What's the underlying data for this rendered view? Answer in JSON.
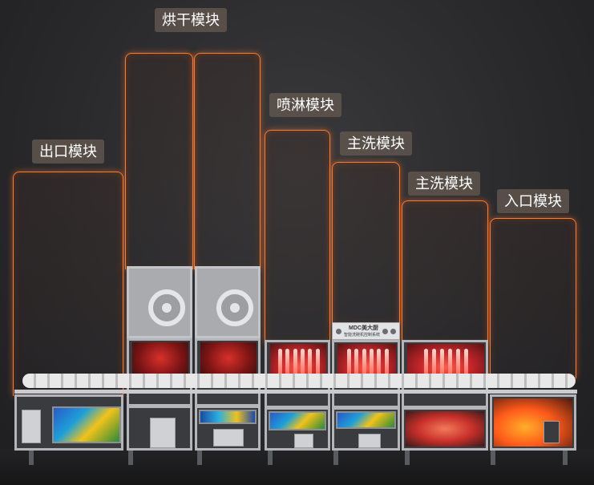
{
  "labels": {
    "exit": "出口模块",
    "dry": "烘干模块",
    "spray": "喷淋模块",
    "main_wash_1": "主洗模块",
    "main_wash_2": "主洗模块",
    "entry": "入口模块"
  },
  "panel": {
    "brand": "MDC美大厨",
    "subtitle": "智能洗碗机控制系统"
  },
  "colors": {
    "accent_glow": "#ff7a2a",
    "label_bg": "#5f554e",
    "background": "#2b2b2d"
  }
}
